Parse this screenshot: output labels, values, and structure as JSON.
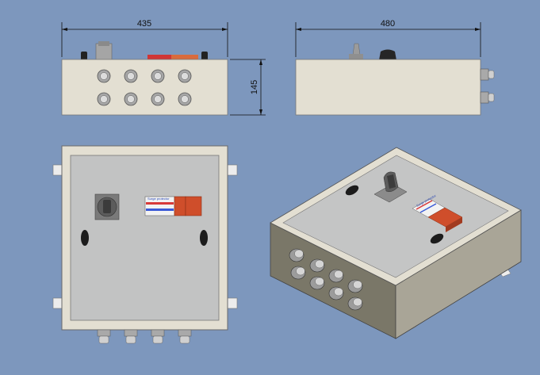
{
  "dimensions": {
    "front_width": "435",
    "side_width": "480",
    "height": "145"
  },
  "front_view": {
    "gland_count": 8,
    "gland_rows": 2
  },
  "door_view": {
    "surge_label": "Surge protector"
  },
  "iso_view": {
    "surge_label": "Surge protector",
    "gland_count": 8
  },
  "colors": {
    "background": "#7d97bd",
    "enclosure_body": "#e3dfd2",
    "door_panel": "#c2c3c3",
    "gland_metal": "#c9c9c9",
    "breaker_red": "#cf4e2b",
    "dimension_line": "#111111"
  }
}
